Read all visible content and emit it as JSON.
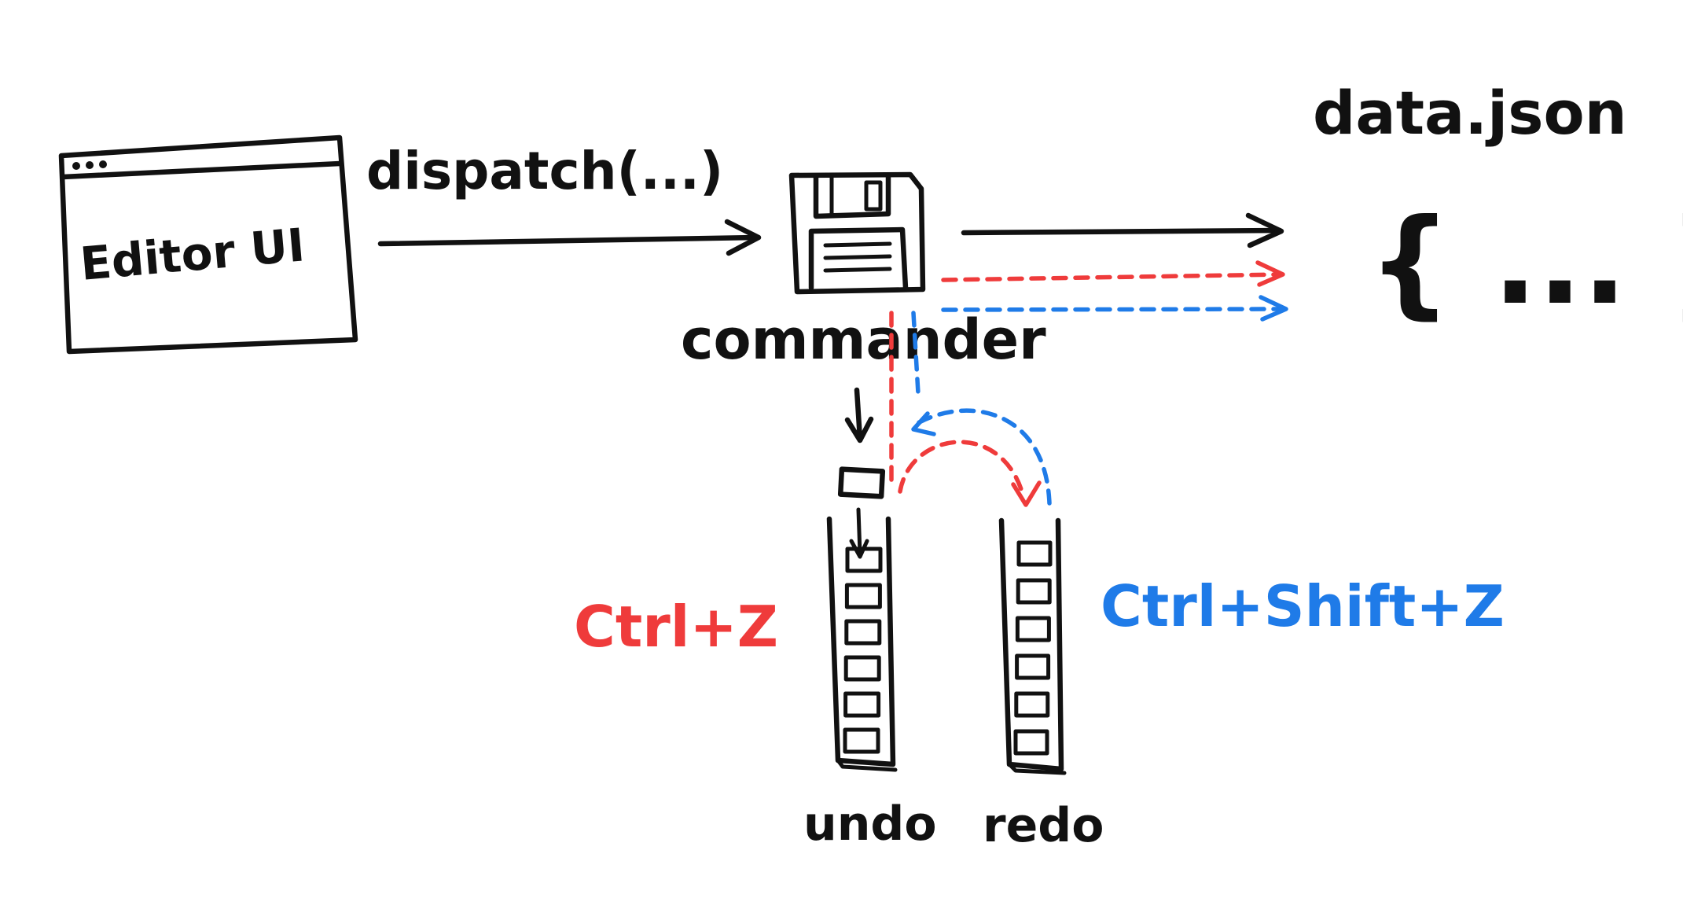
{
  "labels": {
    "editor": "Editor UI",
    "dispatch": "dispatch(...)",
    "commander": "commander",
    "data_file": "data.json",
    "data_body": "{ ... }",
    "undo_stack": "undo",
    "redo_stack": "redo",
    "undo_shortcut": "Ctrl+Z",
    "redo_shortcut": "Ctrl+Shift+Z"
  },
  "colors": {
    "ink": "#111111",
    "undo": "#ef3b3b",
    "redo": "#1f7be8",
    "background": "#ffffff"
  },
  "icons": {
    "commander": "floppy-disk-icon",
    "editor": "browser-window-icon"
  },
  "stacks": {
    "undo_items": 6,
    "redo_items": 6
  }
}
